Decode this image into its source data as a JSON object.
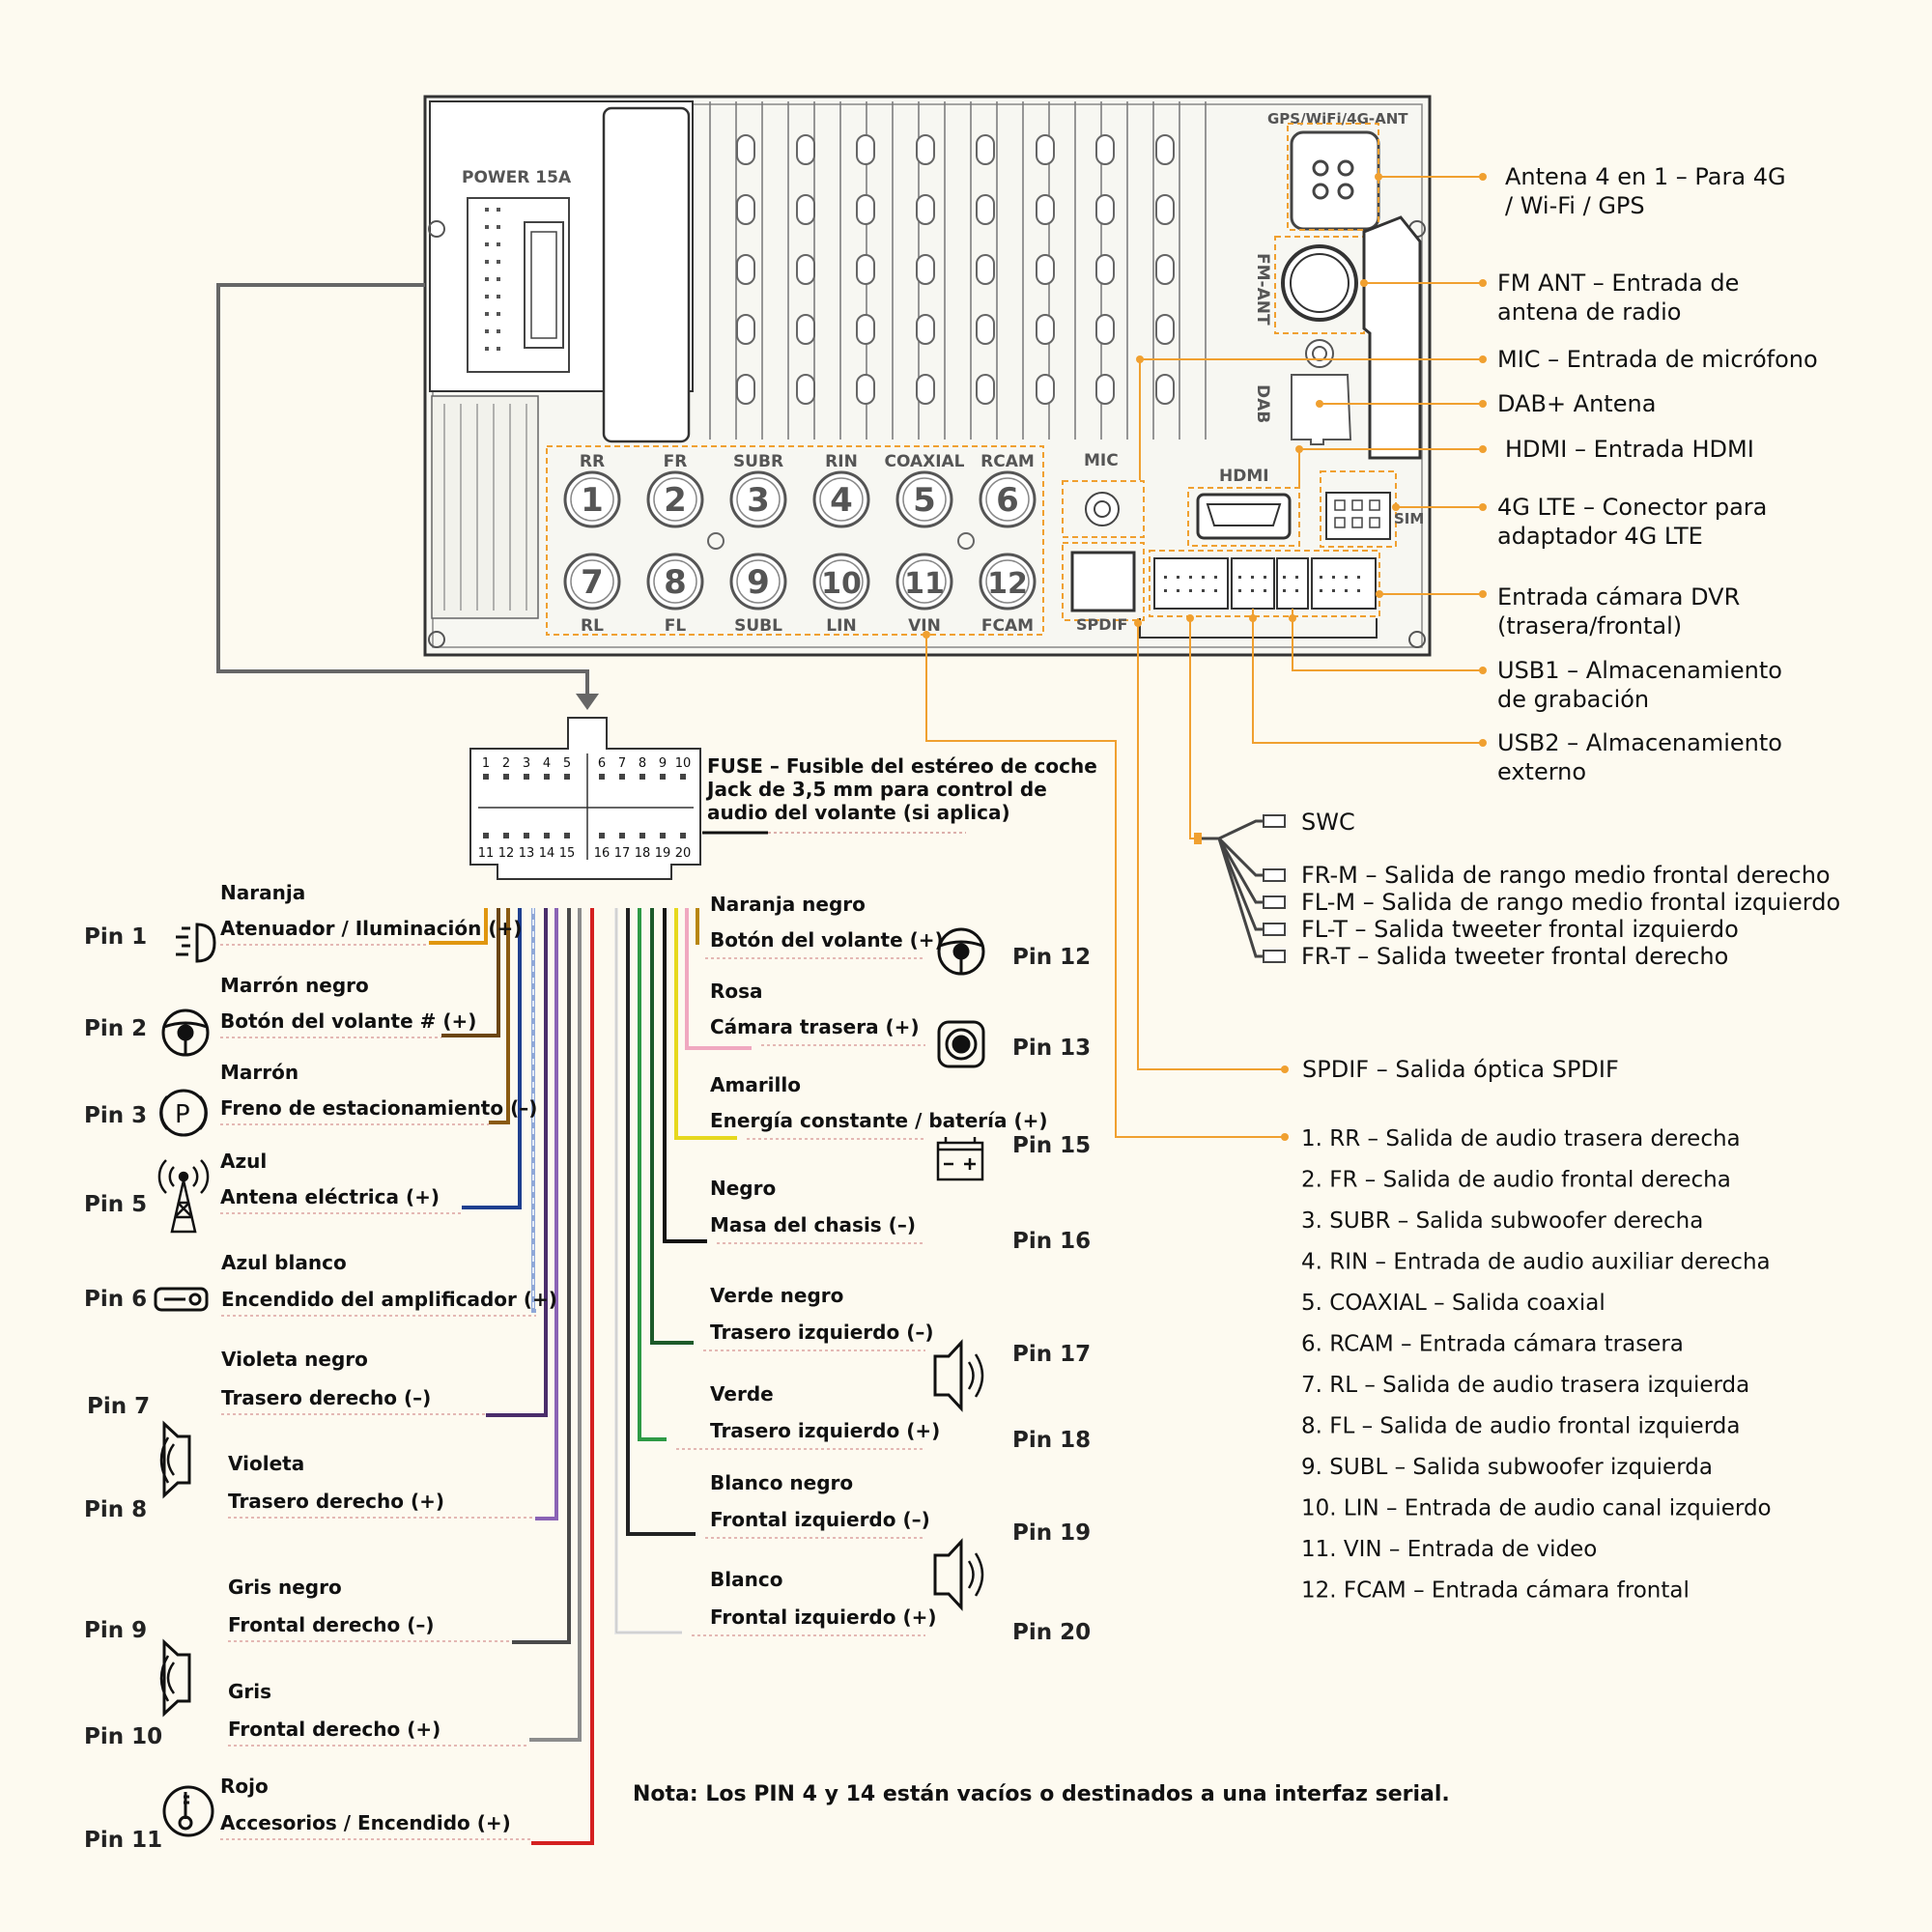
{
  "head_unit": {
    "power_label": "POWER 15A",
    "gps_label": "GPS/WiFi/4G-ANT",
    "fm_label": "FM-ANT",
    "dab_label": "DAB",
    "mic_label": "MIC",
    "hdmi_label": "HDMI",
    "sim_label": "SIM",
    "spdif_label": "SPDIF",
    "ports_top": [
      {
        "name": "RR",
        "num": "1"
      },
      {
        "name": "FR",
        "num": "2"
      },
      {
        "name": "SUBR",
        "num": "3"
      },
      {
        "name": "RIN",
        "num": "4"
      },
      {
        "name": "COAXIAL",
        "num": "5"
      },
      {
        "name": "RCAM",
        "num": "6"
      }
    ],
    "ports_bottom": [
      {
        "name": "RL",
        "num": "7"
      },
      {
        "name": "FL",
        "num": "8"
      },
      {
        "name": "SUBL",
        "num": "9"
      },
      {
        "name": "LIN",
        "num": "10"
      },
      {
        "name": "VIN",
        "num": "11"
      },
      {
        "name": "FCAM",
        "num": "12"
      }
    ]
  },
  "right_labels": [
    {
      "line1": "Antena 4 en 1 – Para 4G",
      "line2": "/ Wi-Fi / GPS"
    },
    {
      "line1": "FM ANT – Entrada de",
      "line2": "antena de radio"
    },
    {
      "line1": "MIC – Entrada de micrófono",
      "line2": ""
    },
    {
      "line1": "DAB+ Antena",
      "line2": ""
    },
    {
      "line1": "HDMI – Entrada HDMI",
      "line2": ""
    },
    {
      "line1": "4G LTE – Conector para",
      "line2": "adaptador 4G LTE"
    },
    {
      "line1": "Entrada cámara DVR",
      "line2": "(trasera/frontal)"
    },
    {
      "line1": "USB1 – Almacenamiento",
      "line2": "de grabación"
    },
    {
      "line1": "USB2 – Almacenamiento",
      "line2": "externo"
    }
  ],
  "rca_cable": {
    "swc": "SWC",
    "outputs": [
      "FR-M – Salida de rango medio frontal derecho",
      "FL-M – Salida de rango medio frontal izquierdo",
      "FL-T – Salida tweeter frontal izquierdo",
      "FR-T – Salida tweeter frontal derecho"
    ]
  },
  "spdif_out": "SPDIF – Salida óptica SPDIF",
  "port_list": [
    "1. RR – Salida de audio trasera derecha",
    "2. FR – Salida de audio frontal derecha",
    "3. SUBR – Salida subwoofer derecha",
    "4. RIN – Entrada de audio auxiliar derecha",
    "5. COAXIAL – Salida coaxial",
    "6. RCAM – Entrada cámara trasera",
    "7. RL – Salida de audio trasera izquierda",
    "8. FL – Salida de audio frontal izquierda",
    "9. SUBL – Salida subwoofer izquierda",
    "10. LIN – Entrada de audio canal izquierdo",
    "11. VIN – Entrada de video",
    "12. FCAM – Entrada cámara frontal"
  ],
  "connector": {
    "top_numbers": [
      "1",
      "2",
      "3",
      "4",
      "5",
      "6",
      "7",
      "8",
      "9",
      "10"
    ],
    "bottom_numbers": [
      "11",
      "12",
      "13",
      "14",
      "15",
      "16",
      "17",
      "18",
      "19",
      "20"
    ],
    "fuse_lines": [
      "FUSE – Fusible del estéreo de coche",
      "Jack de 3,5 mm para control de",
      "audio del volante (si aplica)"
    ]
  },
  "left_pins": [
    {
      "pin": "Pin 1",
      "color": "Naranja",
      "func": "Atenuador / Iluminación (+)",
      "hex": "#e0960f",
      "icon": "light-icon"
    },
    {
      "pin": "Pin 2",
      "color": "Marrón negro",
      "func": "Botón del volante # (+)",
      "hex": "#6b4511",
      "icon": "steering-wheel-icon"
    },
    {
      "pin": "Pin 3",
      "color": "Marrón",
      "func": "Freno de estacionamiento (–)",
      "hex": "#8a5a12",
      "icon": "parking-brake-icon"
    },
    {
      "pin": "Pin 5",
      "color": "Azul",
      "func": "Antena eléctrica (+)",
      "hex": "#1f3f8f",
      "icon": "antenna-icon"
    },
    {
      "pin": "Pin 6",
      "color": "Azul blanco",
      "func": "Encendido del amplificador (+)",
      "hex": "#8fa8d8",
      "icon": "amplifier-icon"
    },
    {
      "pin": "Pin 7",
      "color": "Violeta negro",
      "func": "Trasero derecho (–)",
      "hex": "#4a2d6b",
      "icon": ""
    },
    {
      "pin": "Pin 8",
      "color": "Violeta",
      "func": "Trasero derecho (+)",
      "hex": "#8a63b5",
      "icon": "speaker-icon"
    },
    {
      "pin": "Pin 9",
      "color": "Gris negro",
      "func": "Frontal derecho (–)",
      "hex": "#4a4a4a",
      "icon": ""
    },
    {
      "pin": "Pin 10",
      "color": "Gris",
      "func": "Frontal derecho (+)",
      "hex": "#8c8c8c",
      "icon": "speaker-icon"
    },
    {
      "pin": "Pin 11",
      "color": "Rojo",
      "func": "Accesorios / Encendido (+)",
      "hex": "#d42020",
      "icon": "ignition-icon"
    }
  ],
  "right_pins": [
    {
      "pin": "Pin 12",
      "color": "Naranja negro",
      "func": "Botón del volante (+)",
      "hex": "#b8860b",
      "icon": "steering-wheel-icon"
    },
    {
      "pin": "Pin 13",
      "color": "Rosa",
      "func": "Cámara trasera (+)",
      "hex": "#f0a8c0",
      "icon": "camera-icon"
    },
    {
      "pin": "Pin 15",
      "color": "Amarillo",
      "func": "Energía constante / batería (+)",
      "hex": "#e6d81e",
      "icon": "battery-icon"
    },
    {
      "pin": "Pin 16",
      "color": "Negro",
      "func": "Masa del chasis (–)",
      "hex": "#111111",
      "icon": ""
    },
    {
      "pin": "Pin 17",
      "color": "Verde negro",
      "func": "Trasero izquierdo (–)",
      "hex": "#1d5a2a",
      "icon": ""
    },
    {
      "pin": "Pin 18",
      "color": "Verde",
      "func": "Trasero izquierdo (+)",
      "hex": "#2e9a45",
      "icon": "speaker-icon"
    },
    {
      "pin": "Pin 19",
      "color": "Blanco negro",
      "func": "Frontal izquierdo (–)",
      "hex": "#222222",
      "icon": ""
    },
    {
      "pin": "Pin 20",
      "color": "Blanco",
      "func": "Frontal izquierdo (+)",
      "hex": "#e8e8e8",
      "icon": "speaker-icon"
    }
  ],
  "note": "Nota: Los PIN 4 y 14 están vacíos o destinados a una interfaz serial.",
  "colors": {
    "accent": "#f0a030",
    "line": "#555555",
    "background": "#fdfaf0"
  }
}
